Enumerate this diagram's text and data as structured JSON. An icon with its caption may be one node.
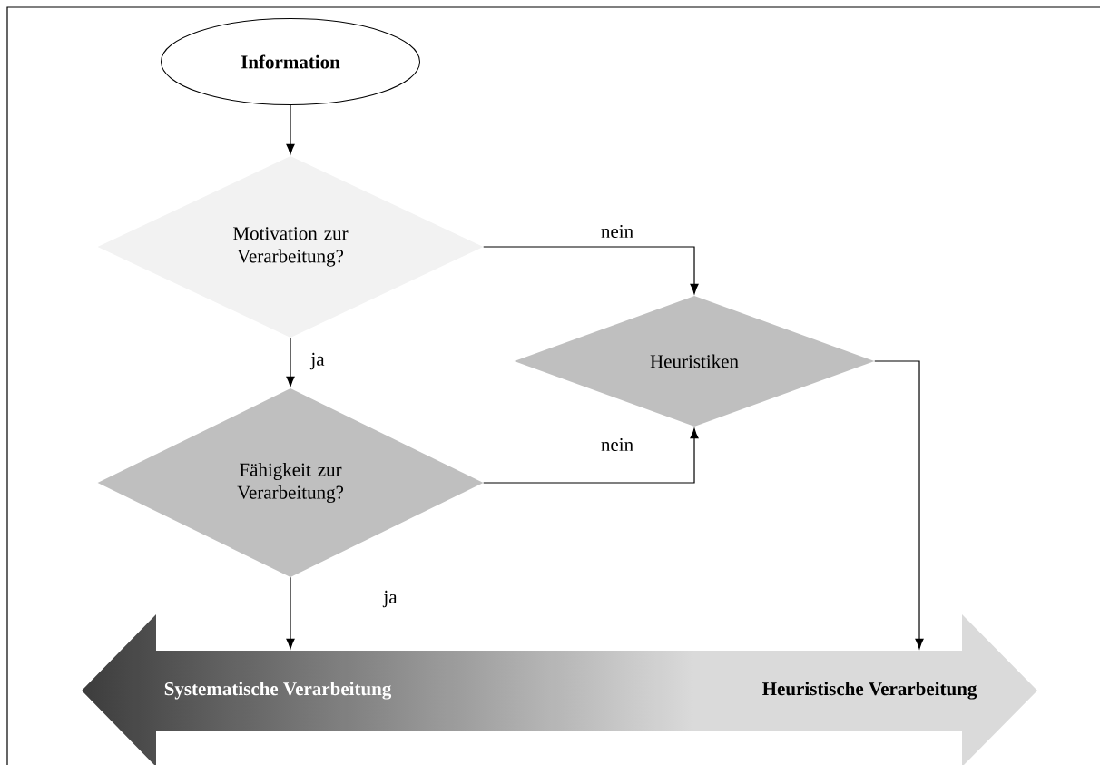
{
  "diagram": {
    "nodes": [
      {
        "text": [
          "Information"
        ]
      },
      {
        "text": [
          "Motivation zur Verarbeitung?"
        ]
      },
      {
        "text": [
          "Fähigkeit zur Verarbeitung?"
        ]
      },
      {
        "text": [
          "Heuristiken"
        ]
      },
      {
        "text": [
          "Systematische Verarbeitung",
          "Heuristische Verarbeitung"
        ]
      }
    ],
    "edges": [
      {
        "from": 0,
        "to": 1,
        "arrow": "to"
      },
      {
        "from": 1,
        "to": 3,
        "arrow": "to",
        "label": "nein"
      },
      {
        "from": 1,
        "to": 2,
        "arrow": "to",
        "label": "ja"
      },
      {
        "from": 2,
        "to": 3,
        "arrow": "to",
        "label": "nein"
      },
      {
        "from": 2,
        "to": 4,
        "arrow": "to",
        "label": "ja"
      },
      {
        "from": 3,
        "to": 4,
        "arrow": "to"
      }
    ]
  }
}
